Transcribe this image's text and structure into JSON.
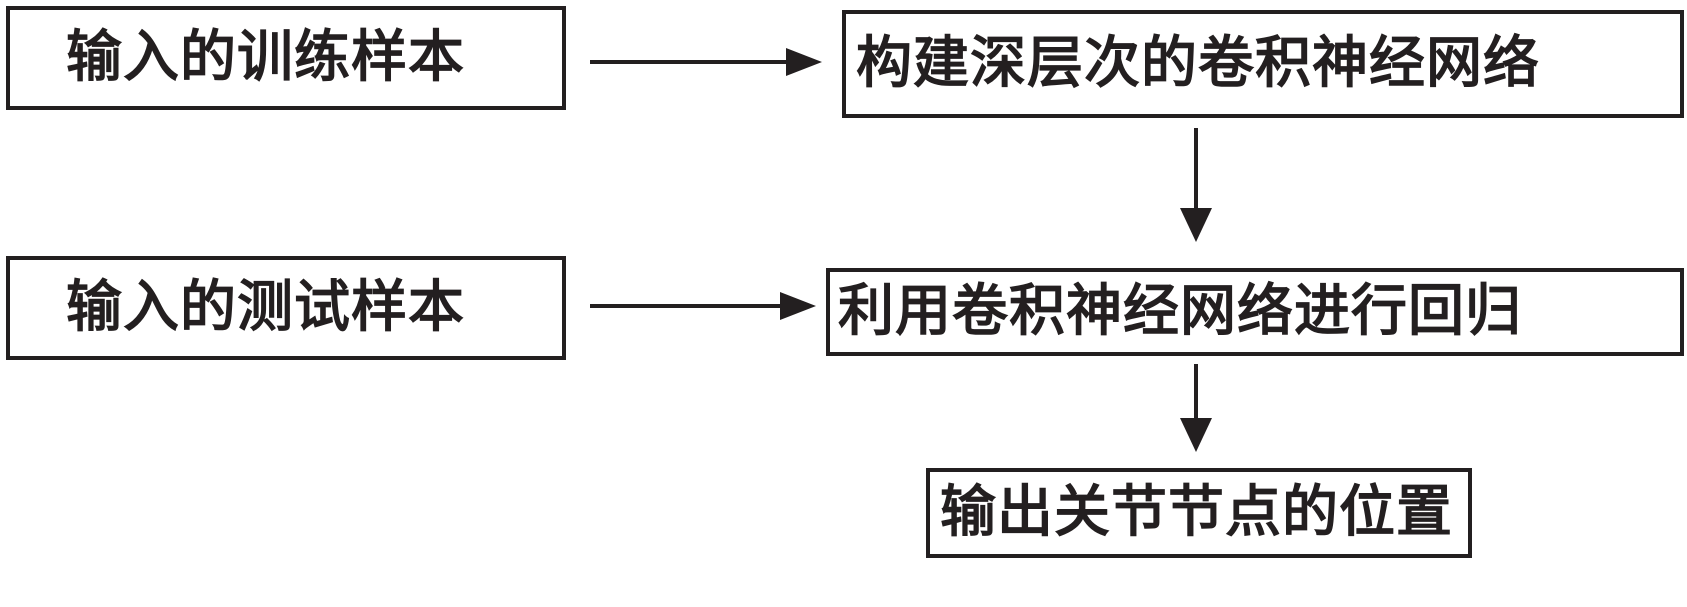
{
  "nodes": {
    "train_input": "输入的训练样本",
    "build_cnn": "构建深层次的卷积神经网络",
    "test_input": "输入的测试样本",
    "cnn_regression": "利用卷积神经网络进行回归",
    "output_positions": "输出关节节点的位置"
  },
  "edges": [
    {
      "from": "train_input",
      "to": "build_cnn"
    },
    {
      "from": "build_cnn",
      "to": "cnn_regression"
    },
    {
      "from": "test_input",
      "to": "cnn_regression"
    },
    {
      "from": "cnn_regression",
      "to": "output_positions"
    }
  ],
  "colors": {
    "line": "#231f20",
    "background": "#ffffff"
  }
}
